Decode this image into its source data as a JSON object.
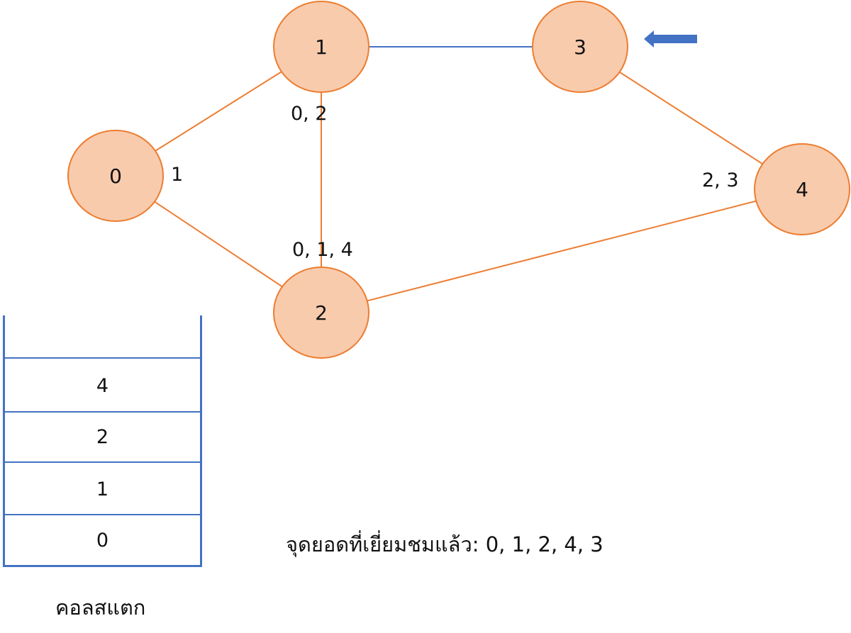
{
  "colors": {
    "node_fill": "#f8cbad",
    "node_stroke": "#ed7d31",
    "edge_default": "#ed7d31",
    "edge_highlight": "#4472c4",
    "stack_line": "#4472c4",
    "arrow": "#4472c4"
  },
  "nodes": [
    {
      "id": "0",
      "label": "0"
    },
    {
      "id": "1",
      "label": "1"
    },
    {
      "id": "2",
      "label": "2"
    },
    {
      "id": "3",
      "label": "3"
    },
    {
      "id": "4",
      "label": "4"
    }
  ],
  "edges": [
    {
      "from": "0",
      "to": "1",
      "highlight": false
    },
    {
      "from": "0",
      "to": "2",
      "highlight": false
    },
    {
      "from": "1",
      "to": "2",
      "highlight": false
    },
    {
      "from": "1",
      "to": "3",
      "highlight": true
    },
    {
      "from": "2",
      "to": "4",
      "highlight": false
    },
    {
      "from": "3",
      "to": "4",
      "highlight": false
    }
  ],
  "adjacency_labels": {
    "node0": "1",
    "node1": "0, 2",
    "node2": "0, 1, 4",
    "node4": "2, 3"
  },
  "current_node_pointer": {
    "node": "3",
    "icon": "left-arrow-icon"
  },
  "stack": {
    "items_top_to_bottom": [
      "4",
      "2",
      "1",
      "0"
    ],
    "caption": "คอลสแตก"
  },
  "visited_text": "จุดยอดที่เยี่ยมชมแล้ว: 0, 1, 2, 4, 3"
}
